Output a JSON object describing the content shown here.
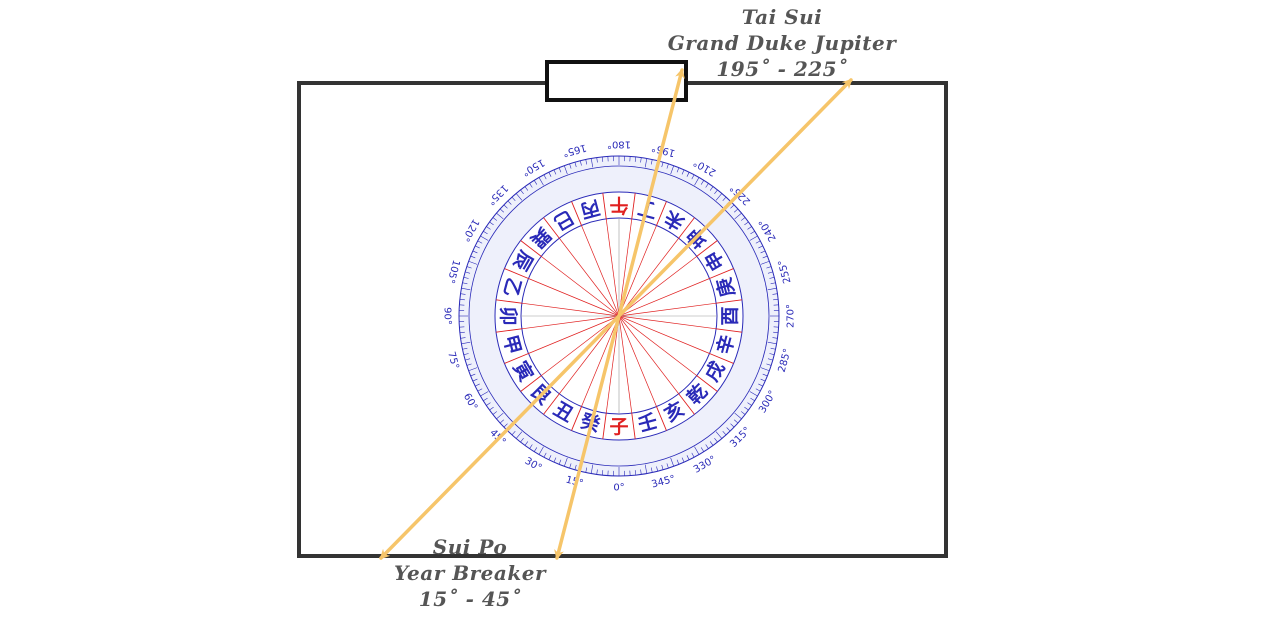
{
  "diagram": {
    "tai_sui": {
      "name": "Tai Sui",
      "subtitle": "Grand Duke Jupiter",
      "range_text": "195˚ - 225˚",
      "degrees": [
        195,
        225
      ]
    },
    "sui_po": {
      "name": "Sui Po",
      "subtitle": "Year Breaker",
      "range_text": "15˚ - 45˚",
      "degrees": [
        15,
        45
      ]
    },
    "colors": {
      "arrow": "#f6c56a",
      "frame": "#333333",
      "compass_blue": "#2a2ab8",
      "compass_red": "#e02020",
      "ring_fill": "#eef0fb"
    },
    "compass": {
      "degree_labels": [
        "0°",
        "15°",
        "30°",
        "45°",
        "60°",
        "75°",
        "90°",
        "105°",
        "120°",
        "135°",
        "150°",
        "165°",
        "180°",
        "195°",
        "210°",
        "225°",
        "240°",
        "255°",
        "270°",
        "285°",
        "300°",
        "315°",
        "330°",
        "345°"
      ],
      "mountains": [
        {
          "char": "子",
          "deg": 0,
          "red": true
        },
        {
          "char": "癸",
          "deg": 15,
          "red": false
        },
        {
          "char": "丑",
          "deg": 30,
          "red": false
        },
        {
          "char": "艮",
          "deg": 45,
          "red": false
        },
        {
          "char": "寅",
          "deg": 60,
          "red": false
        },
        {
          "char": "甲",
          "deg": 75,
          "red": false
        },
        {
          "char": "卯",
          "deg": 90,
          "red": false
        },
        {
          "char": "乙",
          "deg": 105,
          "red": false
        },
        {
          "char": "辰",
          "deg": 120,
          "red": false
        },
        {
          "char": "巽",
          "deg": 135,
          "red": false
        },
        {
          "char": "巳",
          "deg": 150,
          "red": false
        },
        {
          "char": "丙",
          "deg": 165,
          "red": false
        },
        {
          "char": "午",
          "deg": 180,
          "red": true
        },
        {
          "char": "丁",
          "deg": 195,
          "red": false
        },
        {
          "char": "未",
          "deg": 210,
          "red": false
        },
        {
          "char": "坤",
          "deg": 225,
          "red": false
        },
        {
          "char": "申",
          "deg": 240,
          "red": false
        },
        {
          "char": "庚",
          "deg": 255,
          "red": false
        },
        {
          "char": "酉",
          "deg": 270,
          "red": false
        },
        {
          "char": "辛",
          "deg": 285,
          "red": false
        },
        {
          "char": "戌",
          "deg": 300,
          "red": false
        },
        {
          "char": "乾",
          "deg": 315,
          "red": false
        },
        {
          "char": "亥",
          "deg": 330,
          "red": false
        },
        {
          "char": "壬",
          "deg": 345,
          "red": false
        }
      ]
    }
  }
}
